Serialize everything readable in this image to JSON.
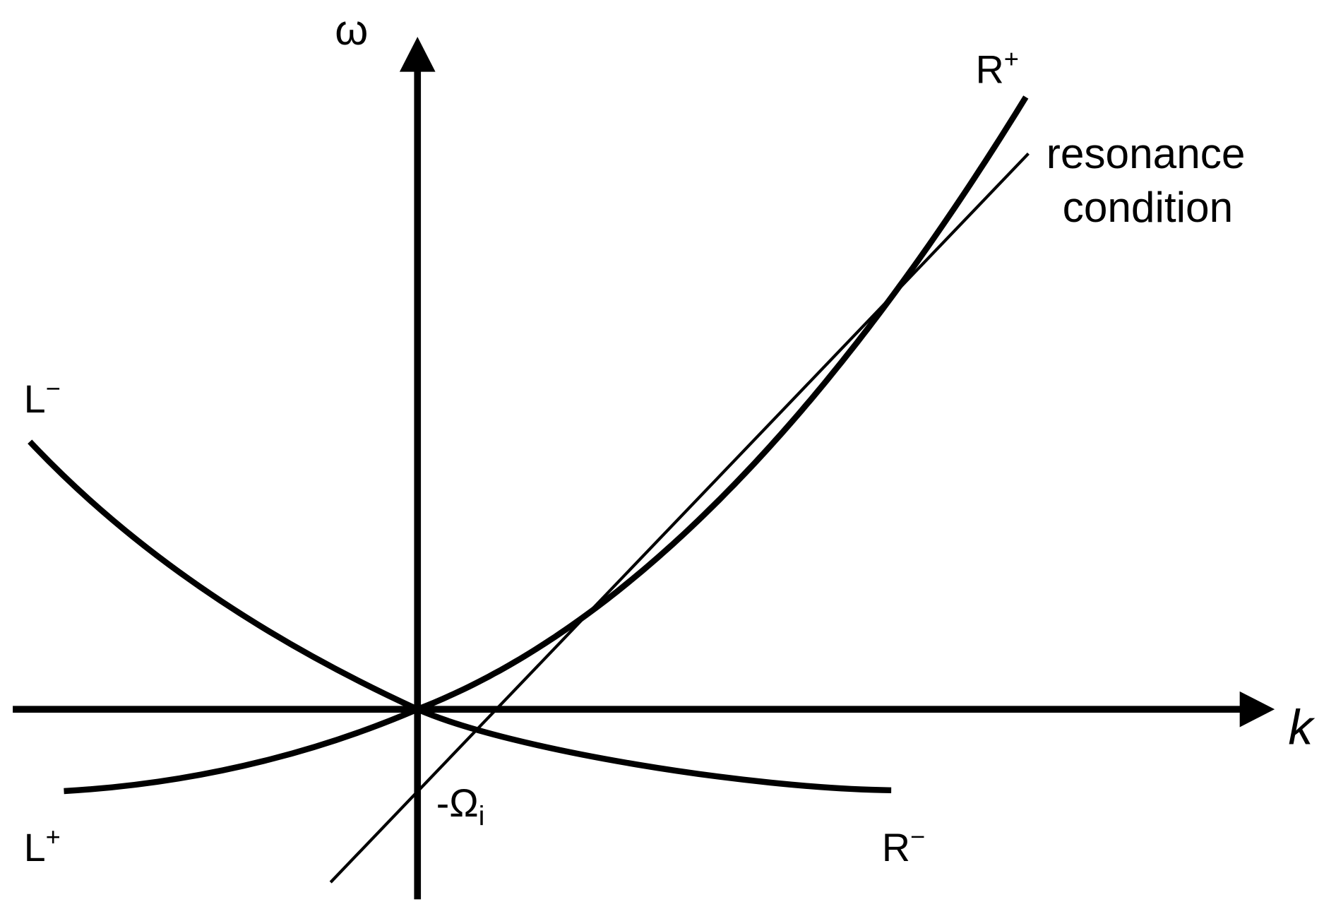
{
  "axes": {
    "y_label": "ω",
    "x_label": "k"
  },
  "curves": {
    "r_plus": {
      "label": "R",
      "sup": "+"
    },
    "r_minus": {
      "label": "R",
      "sup": "−"
    },
    "l_plus": {
      "label": "L",
      "sup": "+"
    },
    "l_minus": {
      "label": "L",
      "sup": "−"
    }
  },
  "resonance": {
    "line1": "resonance",
    "line2": "condition",
    "intercept_label": "-Ω",
    "intercept_sub": "i"
  },
  "colors": {
    "ink": "#000000",
    "background": "#ffffff"
  }
}
